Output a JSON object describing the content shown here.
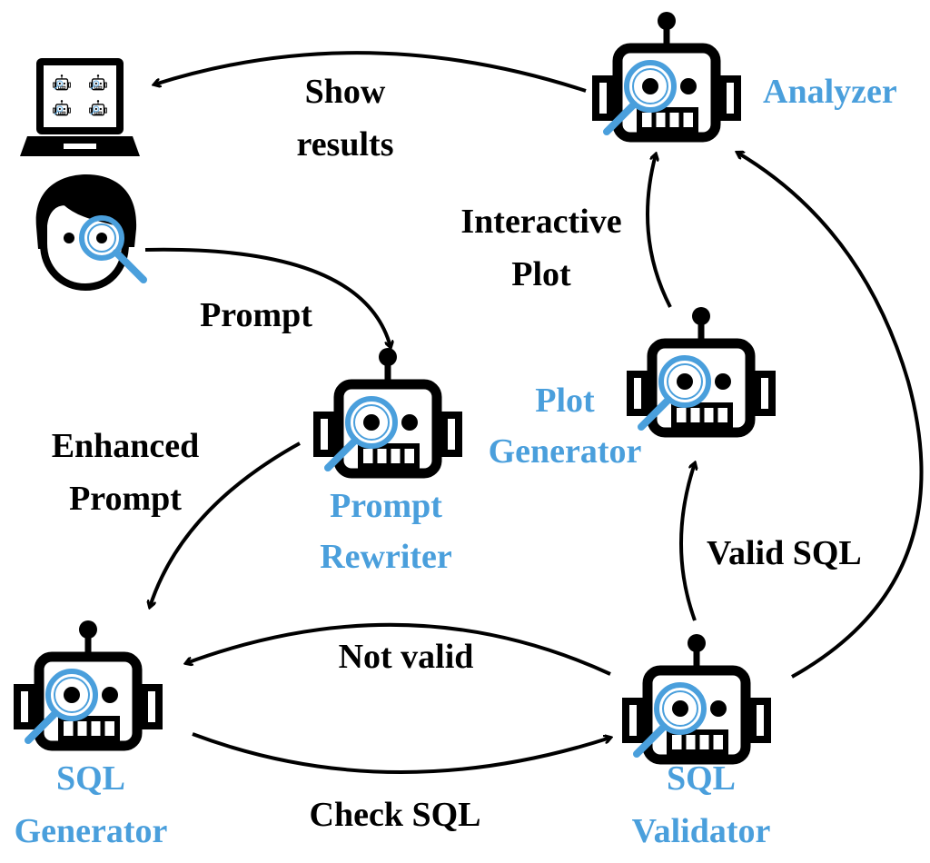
{
  "colors": {
    "accent": "#4a9fdc",
    "ink": "#000000",
    "background": "#ffffff"
  },
  "nodes": {
    "analyzer": {
      "label": "Analyzer",
      "icon": "robot-magnifier-icon"
    },
    "prompt_rewriter": {
      "label_line1": "Prompt",
      "label_line2": "Rewriter",
      "icon": "robot-magnifier-icon"
    },
    "plot_generator": {
      "label_line1": "Plot",
      "label_line2": "Generator",
      "icon": "robot-magnifier-icon"
    },
    "sql_generator": {
      "label_line1": "SQL",
      "label_line2": "Generator",
      "icon": "robot-magnifier-icon"
    },
    "sql_validator": {
      "label_line1": "SQL",
      "label_line2": "Validator",
      "icon": "robot-magnifier-icon"
    },
    "user": {
      "icon": "user-magnifier-icon"
    },
    "laptop": {
      "icon": "laptop-robots-icon"
    }
  },
  "edges": {
    "show_results": {
      "line1": "Show",
      "line2": "results"
    },
    "prompt": {
      "label": "Prompt"
    },
    "enhanced_prompt": {
      "line1": "Enhanced",
      "line2": "Prompt"
    },
    "interactive_plot": {
      "line1": "Interactive",
      "line2": "Plot"
    },
    "valid_sql": {
      "label": "Valid SQL"
    },
    "not_valid": {
      "label": "Not valid"
    },
    "check_sql": {
      "label": "Check SQL"
    }
  }
}
